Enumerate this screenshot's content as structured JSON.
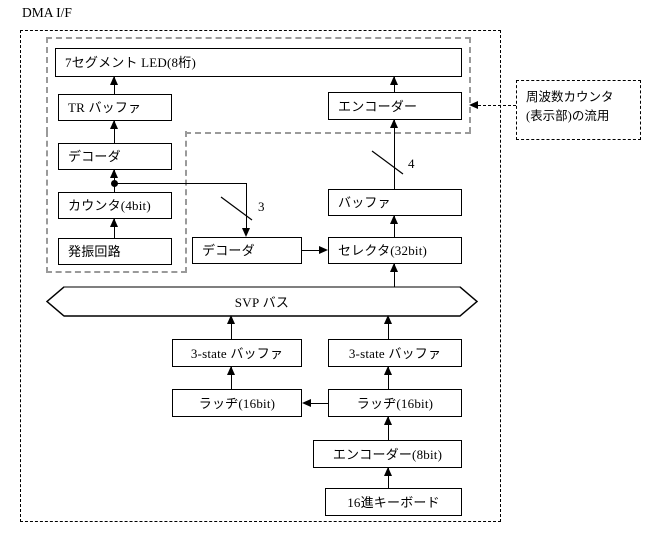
{
  "diagram": {
    "title": "DMA I/F",
    "regions": {
      "dma_if_label": "DMA I/F",
      "reuse_note_line1": "周波数カウンタ",
      "reuse_note_line2": "(表示部)の流用"
    },
    "nodes": {
      "seven_segment_led": "7セグメント LED(8桁)",
      "tr_buffer": "TR バッファ",
      "decoder_left": "デコーダ",
      "counter_4bit": "カウンタ(4bit)",
      "oscillator": "発振回路",
      "decoder_mid": "デコーダ",
      "encoder_top": "エンコーダー",
      "buffer": "バッファ",
      "selector_32bit": "セレクタ(32bit)",
      "bus": "SVP バス",
      "tristate_buffer_left": "3-state バッファ",
      "tristate_buffer_right": "3-state バッファ",
      "latch_16bit_left": "ラッヂ(16bit)",
      "latch_16bit_right": "ラッヂ(16bit)",
      "encoder_8bit": "エンコーダー(8bit)",
      "hex_keyboard": "16進キーボード"
    },
    "bus_widths": {
      "decoder_bus_width": "3",
      "encoder_bus_width": "4"
    },
    "colors": {
      "line": "#000000",
      "gray_dash": "#9a9a9a",
      "background": "#ffffff"
    }
  }
}
